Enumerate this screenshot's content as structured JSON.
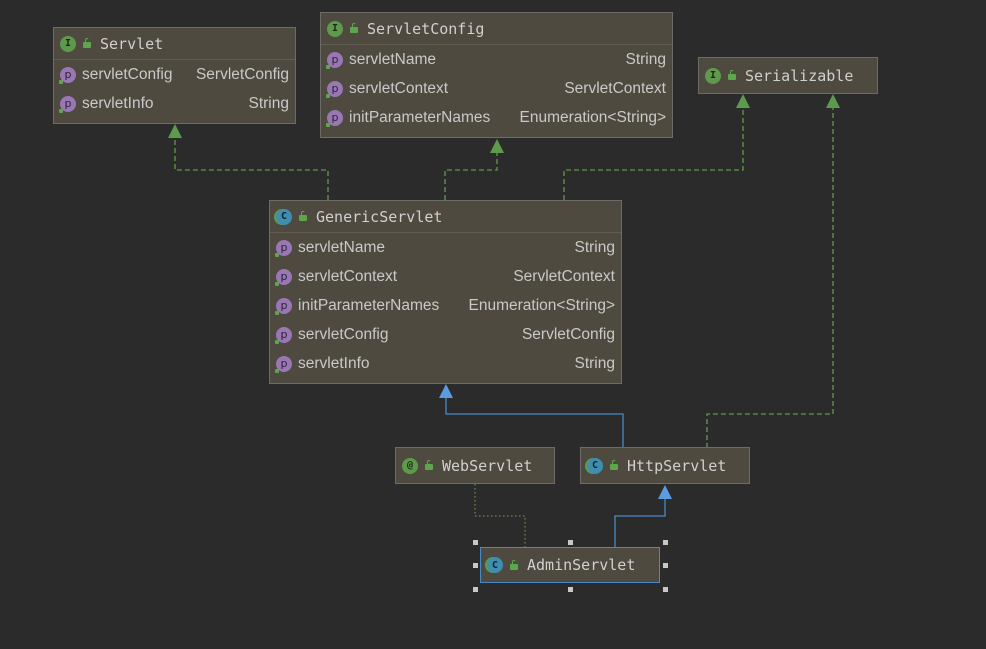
{
  "nodes": {
    "servlet": {
      "kind": "I",
      "name": "Servlet",
      "fields": [
        {
          "name": "servletConfig",
          "type": "ServletConfig"
        },
        {
          "name": "servletInfo",
          "type": "String"
        }
      ]
    },
    "servletConfig": {
      "kind": "I",
      "name": "ServletConfig",
      "fields": [
        {
          "name": "servletName",
          "type": "String"
        },
        {
          "name": "servletContext",
          "type": "ServletContext"
        },
        {
          "name": "initParameterNames",
          "type": "Enumeration<String>"
        }
      ]
    },
    "serializable": {
      "kind": "I",
      "name": "Serializable"
    },
    "genericServlet": {
      "kind": "C",
      "name": "GenericServlet",
      "fields": [
        {
          "name": "servletName",
          "type": "String"
        },
        {
          "name": "servletContext",
          "type": "ServletContext"
        },
        {
          "name": "initParameterNames",
          "type": "Enumeration<String>"
        },
        {
          "name": "servletConfig",
          "type": "ServletConfig"
        },
        {
          "name": "servletInfo",
          "type": "String"
        }
      ]
    },
    "webServlet": {
      "kind": "@",
      "name": "WebServlet"
    },
    "httpServlet": {
      "kind": "C",
      "name": "HttpServlet"
    },
    "adminServlet": {
      "kind": "C",
      "name": "AdminServlet"
    }
  },
  "field_icon": "p",
  "colors": {
    "background": "#2b2b2b",
    "node_fill": "#4e4a3f",
    "implements_edge": "#5e9a4c",
    "extends_edge": "#4a88c7",
    "annotation_edge": "#6d8a4a"
  }
}
